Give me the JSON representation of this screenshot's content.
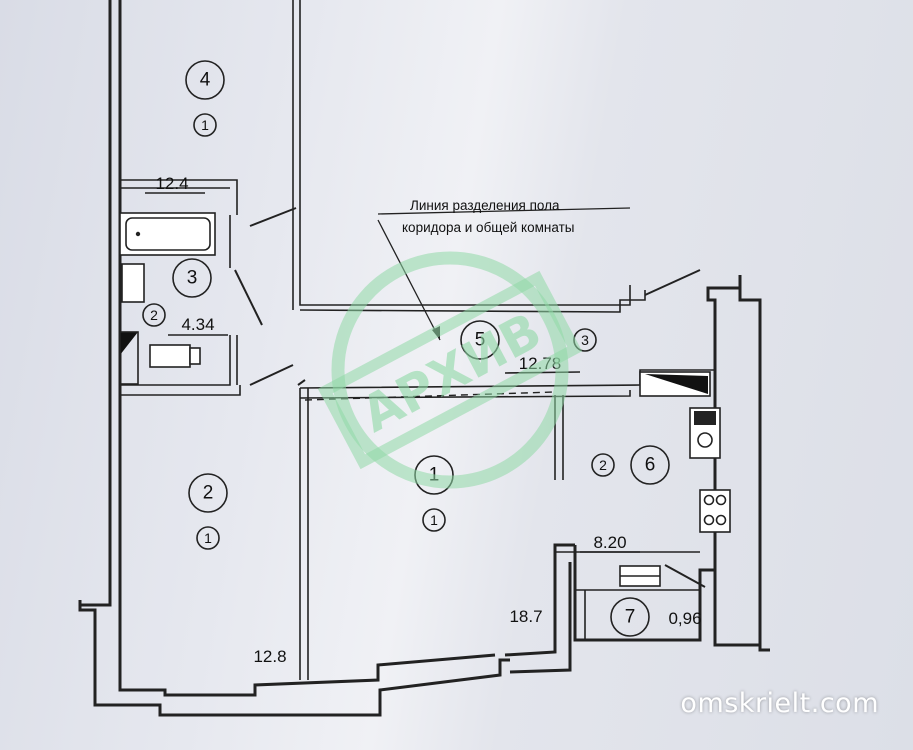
{
  "rooms": [
    {
      "id": "4",
      "type": "1",
      "area": "12.4"
    },
    {
      "id": "3",
      "type": "2",
      "area": "4.34"
    },
    {
      "id": "2",
      "type": "1",
      "area": "12.8"
    },
    {
      "id": "1",
      "type": "1",
      "area": "18.7"
    },
    {
      "id": "5",
      "type": "3",
      "area": "12.78"
    },
    {
      "id": "6",
      "type": "2",
      "area": "8.20"
    },
    {
      "id": "7",
      "type": "",
      "area": "0,96"
    }
  ],
  "annotation": {
    "line1": "Линия разделения пола",
    "line2": "коридора и общей комнаты"
  },
  "stamp_text": "АРХИВ",
  "watermark": "omskrielt.com",
  "colors": {
    "stamp": "#8fd9a6",
    "walls": "#222222",
    "paper": "#e6e8ef"
  }
}
